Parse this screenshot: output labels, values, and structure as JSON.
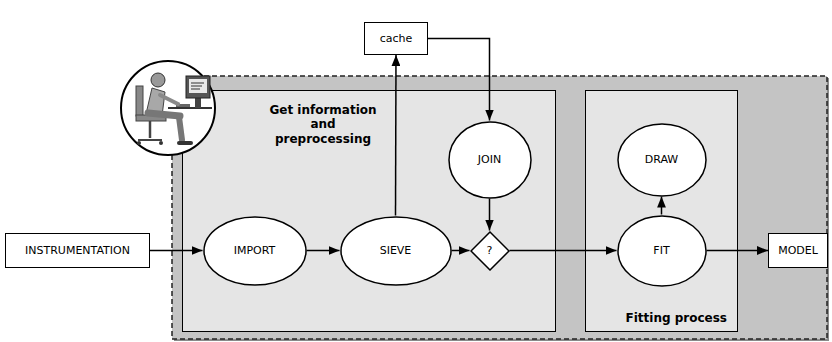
{
  "diagram": {
    "nodes": [
      {
        "text": [
          "INSTRUMENTATION"
        ]
      },
      {
        "text": [
          "cache"
        ]
      },
      {
        "text": [
          "Get information and preprocessing"
        ]
      },
      {
        "text": [
          "IMPORT"
        ],
        "in": 2
      },
      {
        "text": [
          "SIEVE"
        ],
        "in": 2
      },
      {
        "text": [
          "JOIN"
        ],
        "in": 2
      },
      {
        "text": [
          "?"
        ],
        "in": 2
      },
      {
        "text": [
          "Fitting process"
        ]
      },
      {
        "text": [
          "DRAW"
        ],
        "in": 7
      },
      {
        "text": [
          "FIT"
        ],
        "in": 7
      },
      {
        "text": [
          "MODEL"
        ]
      }
    ],
    "edges": [
      {
        "from": 0,
        "to": 3,
        "arrow": "to"
      },
      {
        "from": 3,
        "to": 4,
        "arrow": "to"
      },
      {
        "from": 4,
        "to": 1,
        "arrow": "to"
      },
      {
        "from": 1,
        "to": 5,
        "arrow": "to"
      },
      {
        "from": 4,
        "to": 6,
        "arrow": "to"
      },
      {
        "from": 5,
        "to": 6,
        "arrow": "to"
      },
      {
        "from": 6,
        "to": 9,
        "arrow": "to"
      },
      {
        "from": 9,
        "to": 8,
        "arrow": "to"
      },
      {
        "from": 9,
        "to": 10,
        "arrow": "to"
      }
    ]
  }
}
